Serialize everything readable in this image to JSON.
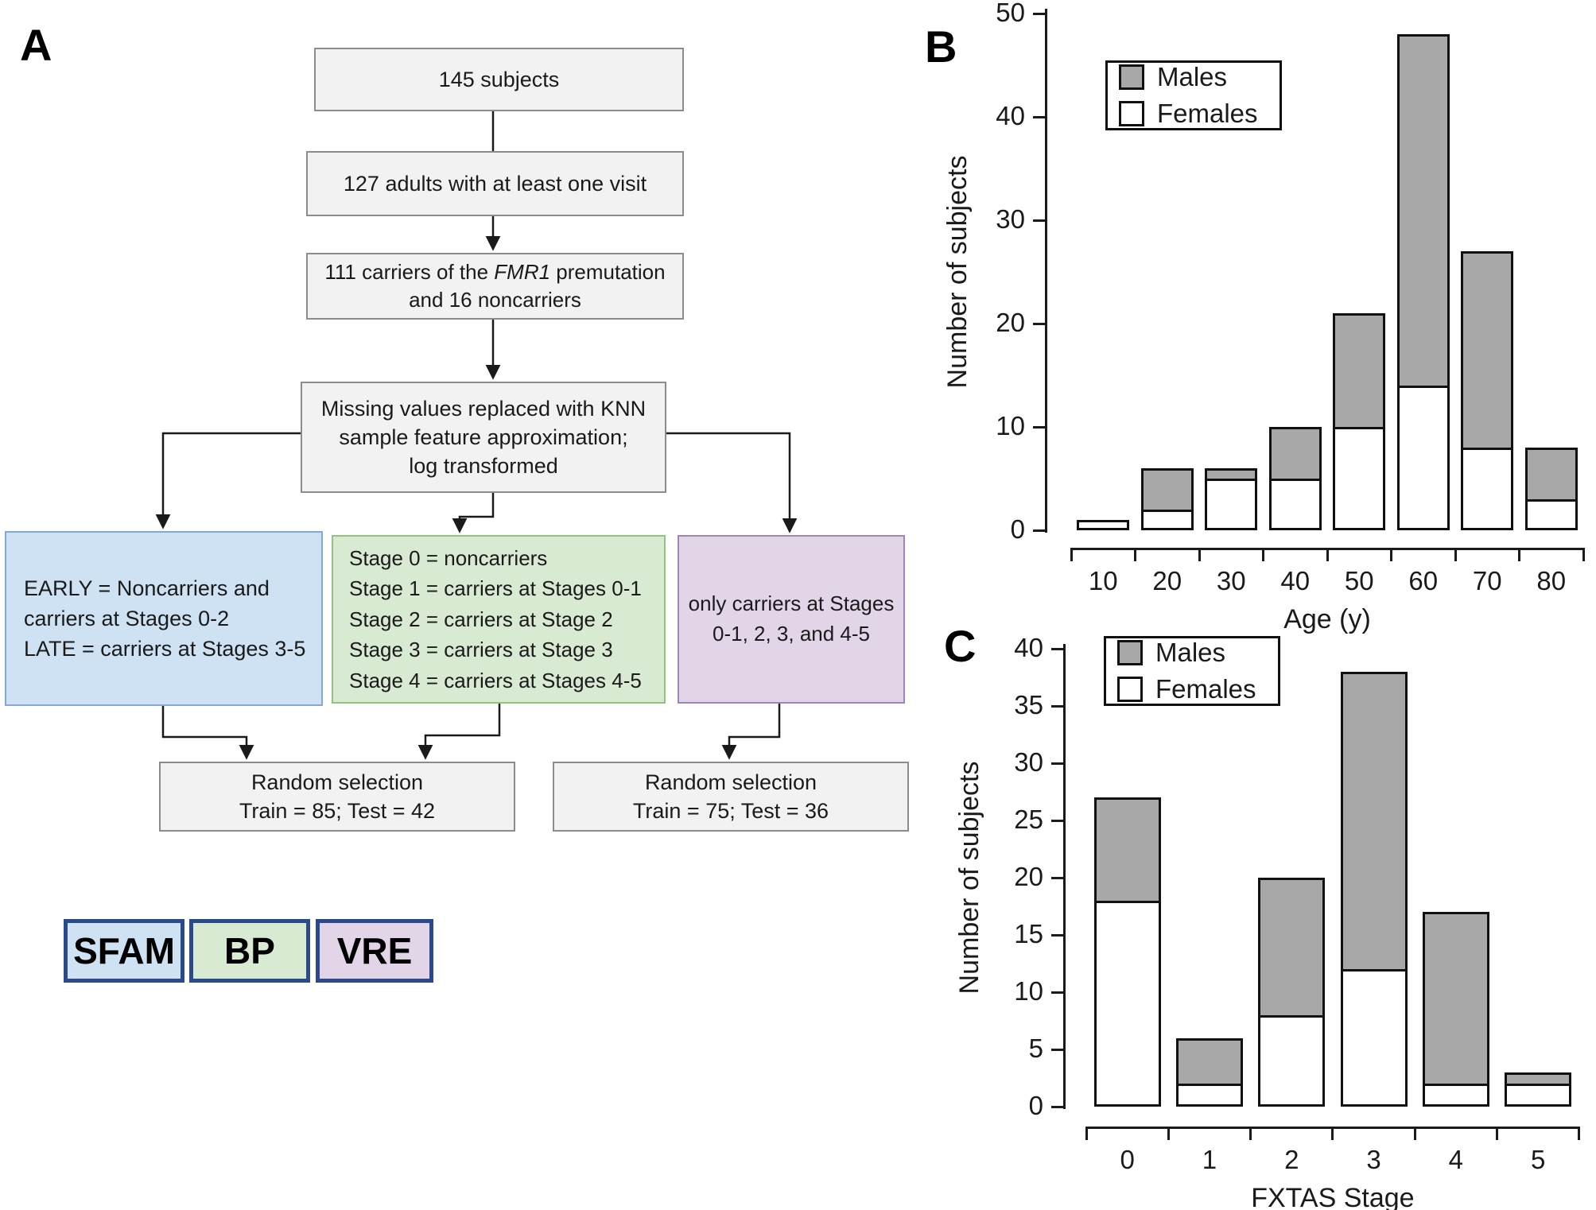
{
  "figure": {
    "panel_a_label": "A",
    "panel_b_label": "B",
    "panel_c_label": "C"
  },
  "flowchart": {
    "box_145": "145 subjects",
    "box_127": "127 adults with at least one visit",
    "box_111_pre": "111 carriers of the ",
    "box_111_gene": "FMR1",
    "box_111_post": " premutation",
    "box_111_line2": "and 16 noncarriers",
    "box_knn_lines": [
      "Missing values replaced with KNN",
      "sample feature approximation;",
      "log transformed"
    ],
    "box_early_lines": [
      "EARLY = Noncarriers and",
      "carriers at Stages 0-2",
      "LATE = carriers at Stages 3-5"
    ],
    "box_stages_lines": [
      "Stage 0 = noncarriers",
      "Stage 1 = carriers at Stages 0-1",
      "Stage 2 = carriers at Stage 2",
      "Stage 3 = carriers at Stage 3",
      "Stage 4 = carriers at Stages 4-5"
    ],
    "box_only_lines": [
      "only carriers at Stages",
      "0-1, 2, 3, and 4-5"
    ],
    "box_random1_lines": [
      "Random selection",
      "Train = 85; Test = 42"
    ],
    "box_random2_lines": [
      "Random selection",
      "Train = 75; Test = 36"
    ],
    "chips": [
      {
        "label": "SFAM",
        "fill": "#cfe2f3"
      },
      {
        "label": "BP",
        "fill": "#d9ead3"
      },
      {
        "label": "VRE",
        "fill": "#e1d5e7"
      }
    ],
    "chip_border_color": "#2b4a8b"
  },
  "colors": {
    "males_fill": "#a8a8a8",
    "females_fill": "#ffffff",
    "bar_border": "#111111",
    "gray_box_fill": "#f2f2f2"
  },
  "chart_data": [
    {
      "panel": "B",
      "type": "bar",
      "stacked": true,
      "title": "",
      "xlabel": "Age (y)",
      "ylabel": "Number of subjects",
      "categories": [
        "10",
        "20",
        "30",
        "40",
        "50",
        "60",
        "70",
        "80"
      ],
      "series": [
        {
          "name": "Females",
          "color": "#ffffff",
          "values": [
            1,
            2,
            5,
            5,
            10,
            14,
            8,
            3
          ]
        },
        {
          "name": "Males",
          "color": "#a8a8a8",
          "values": [
            0,
            4,
            1,
            5,
            11,
            34,
            19,
            5
          ]
        }
      ],
      "totals": [
        1,
        6,
        6,
        10,
        21,
        48,
        27,
        8
      ],
      "ylim": [
        0,
        50
      ],
      "yticks": [
        0,
        10,
        20,
        30,
        40,
        50
      ],
      "legend": [
        "Males",
        "Females"
      ],
      "legend_position": "upper-left",
      "grid": false
    },
    {
      "panel": "C",
      "type": "bar",
      "stacked": true,
      "title": "",
      "xlabel": "FXTAS Stage",
      "ylabel": "Number of subjects",
      "categories": [
        "0",
        "1",
        "2",
        "3",
        "4",
        "5"
      ],
      "series": [
        {
          "name": "Females",
          "color": "#ffffff",
          "values": [
            18,
            2,
            8,
            12,
            2,
            2
          ]
        },
        {
          "name": "Males",
          "color": "#a8a8a8",
          "values": [
            9,
            4,
            12,
            26,
            15,
            1
          ]
        }
      ],
      "totals": [
        27,
        6,
        20,
        38,
        17,
        3
      ],
      "ylim": [
        0,
        40
      ],
      "yticks": [
        0,
        5,
        10,
        15,
        20,
        25,
        30,
        35,
        40
      ],
      "legend": [
        "Males",
        "Females"
      ],
      "legend_position": "upper-left",
      "grid": false
    }
  ]
}
